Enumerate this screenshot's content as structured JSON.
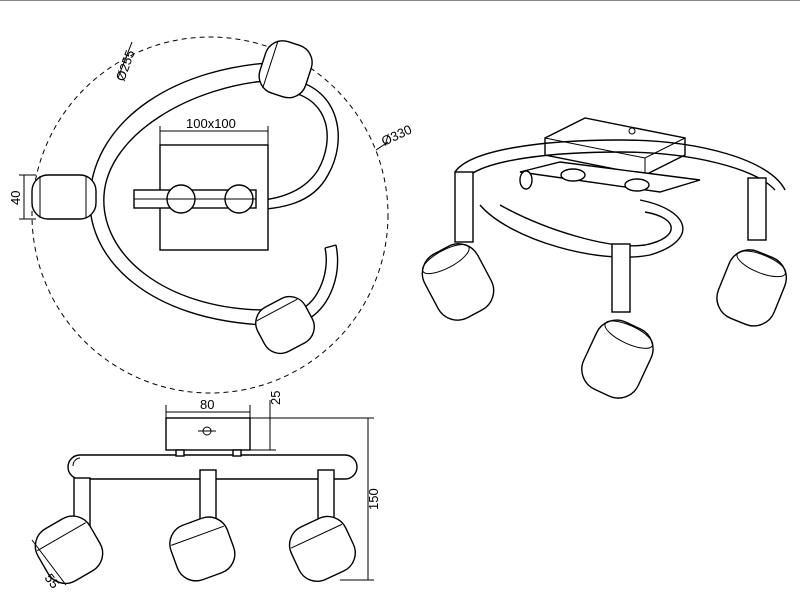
{
  "dimensions": {
    "top_view": {
      "inner_diameter": "Ø255",
      "outer_diameter": "Ø330",
      "plate_size": "100x100",
      "spot_height": "40"
    },
    "side_view": {
      "base_width": "80",
      "base_height": "25",
      "total_height": "150",
      "spot_diameter": "55"
    }
  }
}
